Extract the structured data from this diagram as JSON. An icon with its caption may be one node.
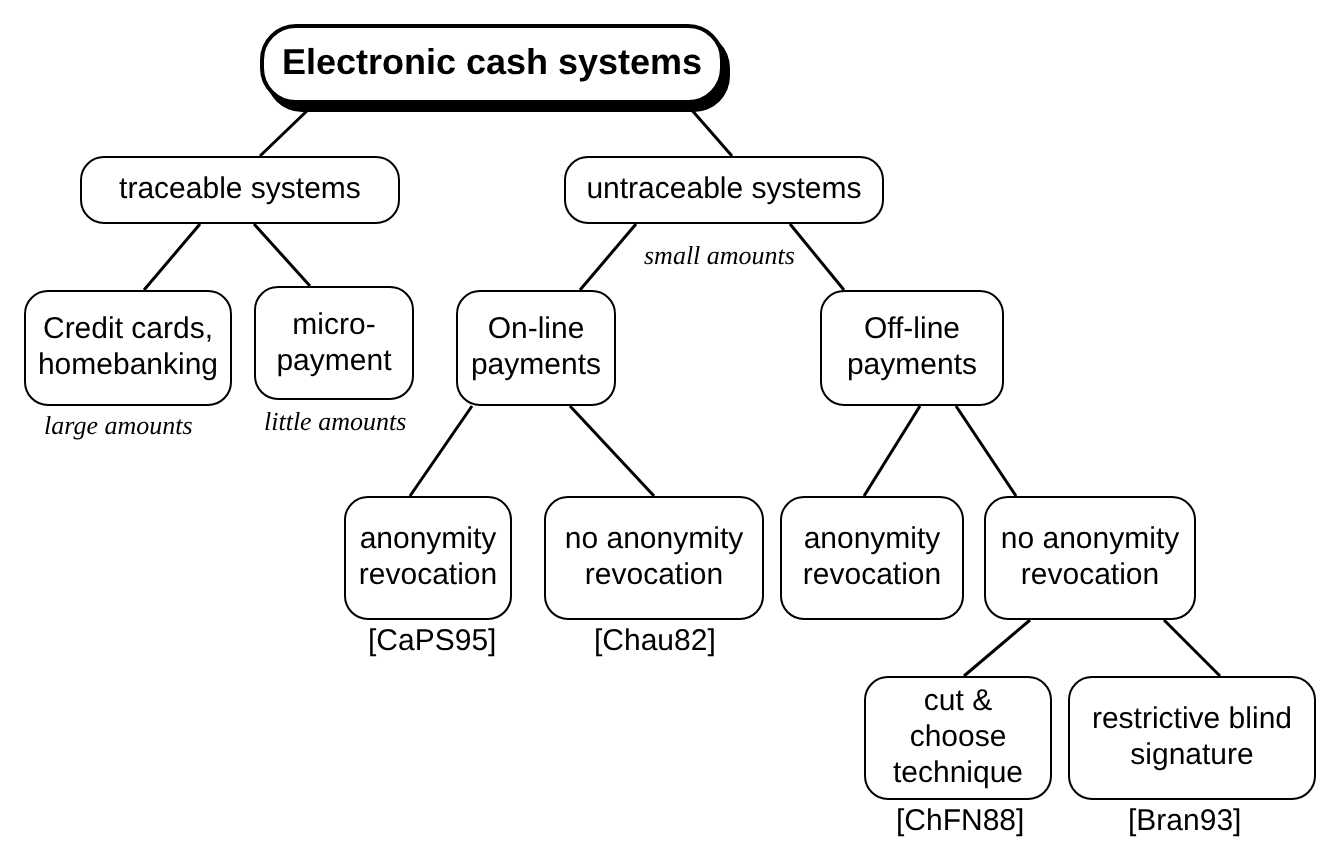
{
  "diagram": {
    "nodes": [
      {
        "text": [
          "Electronic cash systems"
        ]
      },
      {
        "text": [
          "traceable systems"
        ]
      },
      {
        "text": [
          "untraceable systems"
        ],
        "beside": [
          "small amounts"
        ]
      },
      {
        "text": [
          "Credit cards, homebanking"
        ],
        "beside": [
          "large amounts"
        ]
      },
      {
        "text": [
          "micro- payment"
        ],
        "beside": [
          "little amounts"
        ]
      },
      {
        "text": [
          "On-line payments"
        ]
      },
      {
        "text": [
          "Off-line payments"
        ]
      },
      {
        "text": [
          "anonymity revocation"
        ],
        "beside": [
          "[CaPS95]"
        ]
      },
      {
        "text": [
          "no anonymity revocation"
        ],
        "beside": [
          "[Chau82]"
        ]
      },
      {
        "text": [
          "anonymity revocation"
        ]
      },
      {
        "text": [
          "no anonymity revocation"
        ]
      },
      {
        "text": [
          "cut & choose technique"
        ],
        "beside": [
          "[ChFN88]"
        ]
      },
      {
        "text": [
          "restrictive blind signature"
        ],
        "beside": [
          "[Bran93]"
        ]
      }
    ],
    "edges": [
      {
        "from": 0,
        "to": 1,
        "arrow": "none"
      },
      {
        "from": 0,
        "to": 2,
        "arrow": "none"
      },
      {
        "from": 1,
        "to": 3,
        "arrow": "none"
      },
      {
        "from": 1,
        "to": 4,
        "arrow": "none"
      },
      {
        "from": 2,
        "to": 5,
        "arrow": "none"
      },
      {
        "from": 2,
        "to": 6,
        "arrow": "none"
      },
      {
        "from": 5,
        "to": 7,
        "arrow": "none"
      },
      {
        "from": 5,
        "to": 8,
        "arrow": "none"
      },
      {
        "from": 6,
        "to": 9,
        "arrow": "none"
      },
      {
        "from": 6,
        "to": 10,
        "arrow": "none"
      },
      {
        "from": 10,
        "to": 11,
        "arrow": "none"
      },
      {
        "from": 10,
        "to": 12,
        "arrow": "none"
      }
    ]
  }
}
